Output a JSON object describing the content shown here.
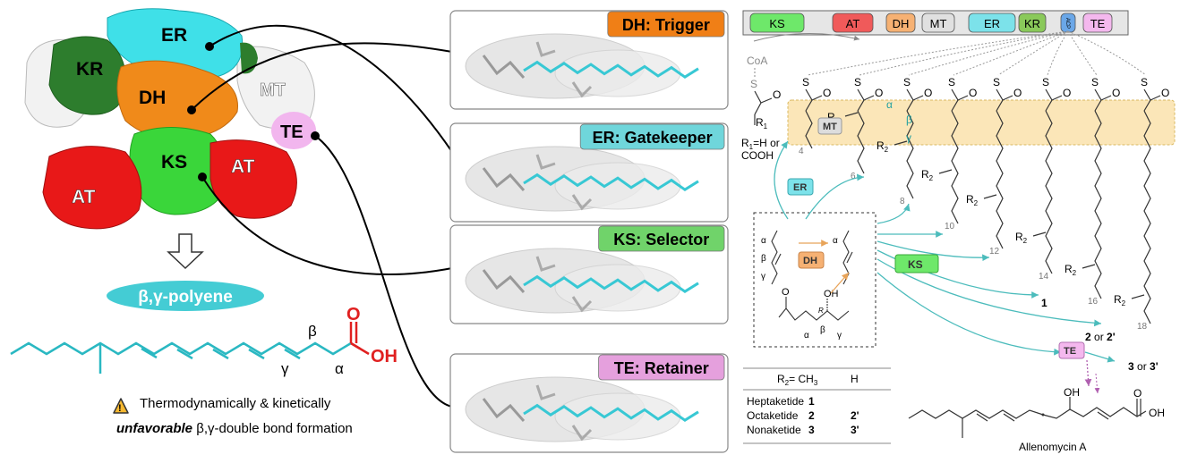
{
  "protein": {
    "domains": [
      "ER",
      "KR",
      "DH",
      "MT",
      "TE",
      "KS",
      "AT",
      "AT"
    ]
  },
  "polyene": {
    "label": "β,γ-polyene",
    "greek": {
      "beta": "β",
      "gamma": "γ",
      "alpha": "α"
    },
    "acid_o": "O",
    "acid_oh": "OH"
  },
  "warning": {
    "line1": "Thermodynamically & kinetically",
    "line2_em": "unfavorable",
    "line2_rest": " β,γ-double bond formation"
  },
  "panels": [
    {
      "title": "DH: Trigger",
      "color": "#f07f16"
    },
    {
      "title": "ER: Gatekeeper",
      "color": "#6fd6db"
    },
    {
      "title": "KS: Selector",
      "color": "#70d36a"
    },
    {
      "title": "TE: Retainer",
      "color": "#e5a0dd"
    }
  ],
  "module_bar": {
    "segments": [
      {
        "label": "KS",
        "color": "#6ee86a"
      },
      {
        "label": "AT",
        "color": "#f05a5a"
      },
      {
        "label": "DH",
        "color": "#f6b173"
      },
      {
        "label": "MT",
        "color": "#e0e0e0"
      },
      {
        "label": "ER",
        "color": "#7ce2ea"
      },
      {
        "label": "KR",
        "color": "#8ac95a"
      },
      {
        "label": "ACP",
        "color": "#6aa7e8"
      },
      {
        "label": "TE",
        "color": "#f4b8ee"
      }
    ]
  },
  "chem": {
    "coa": "CoA",
    "s": "S",
    "o": "O",
    "r1": "R",
    "r1_sub": "1",
    "r1_note1": "R",
    "r1_note1_sub": "1",
    "r1_note1_rest": "=H or",
    "r1_note2": "COOH",
    "r2": "R",
    "r2_sub": "2",
    "mt_box": "MT",
    "er_box": "ER",
    "dh_box": "DH",
    "ks_box": "KS",
    "te_box": "TE",
    "alpha": "α",
    "beta": "β",
    "gamma": "γ",
    "oh": "OH",
    "r_label": "R",
    "chain_numbers": [
      "4",
      "6",
      "8",
      "10",
      "12",
      "14",
      "16",
      "18"
    ],
    "products": [
      {
        "num": "1"
      },
      {
        "num_a": "2",
        "or": " or ",
        "num_b": "2'"
      },
      {
        "num_a": "3",
        "or": " or ",
        "num_b": "3'"
      }
    ]
  },
  "table": {
    "header_r2": "R",
    "header_r2_sub": "2",
    "header_rest": "= CH",
    "header_ch_sub": "3",
    "header_h": "H",
    "rows": [
      {
        "name": "Heptaketide",
        "c1": "1",
        "c2": ""
      },
      {
        "name": "Octaketide",
        "c1": "2",
        "c2": "2'"
      },
      {
        "name": "Nonaketide",
        "c1": "3",
        "c2": "3'"
      }
    ]
  },
  "allenomycin": {
    "oh": "OH",
    "oh2": "OH",
    "o": "O",
    "name": "Allenomycin A"
  }
}
